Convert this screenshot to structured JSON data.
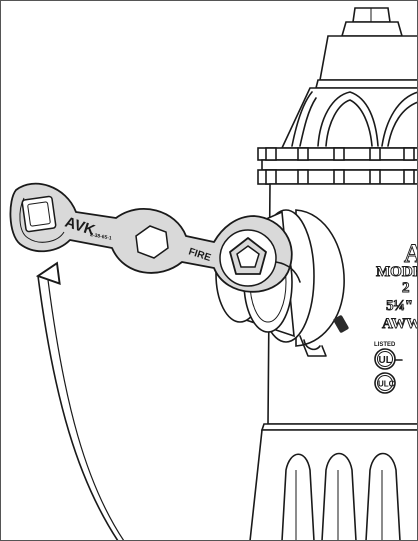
{
  "figure": {
    "wrench": {
      "brand_mark": "AVK",
      "part_number": "2-38-65-1",
      "stamp": "FIRE"
    },
    "hydrant": {
      "logo": "AVK",
      "model_line": "MODE",
      "size_line_1": "2",
      "size_line_2": "5¼\"",
      "standard_line": "AWW",
      "listing_label": "LISTED",
      "ul_mark": "UL",
      "ulc_mark": "ULC"
    }
  }
}
